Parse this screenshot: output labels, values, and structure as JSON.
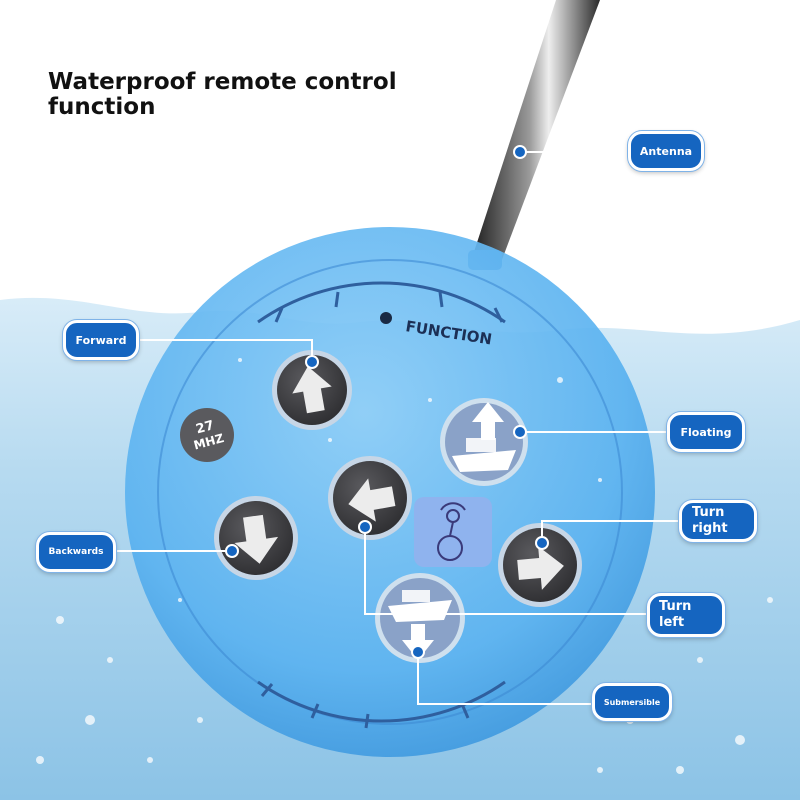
{
  "headline": "Waterproof remote control\nfunction",
  "device": {
    "label": "FUNCTION",
    "frequency_line1": "27",
    "frequency_line2": "MHZ"
  },
  "callouts": {
    "antenna": "Antenna",
    "forward": "Forward",
    "floating": "Floating",
    "backwards": "Backwards",
    "turn_right": "Turn\nright",
    "turn_left": "Turn\nleft",
    "submersible": "Submersible"
  },
  "colors": {
    "callout_fill": "#1565c0",
    "remote_body": "#57b0f0",
    "water": "#a9d3ec",
    "button_dark": "#3d3d40",
    "headline_text": "#111111"
  },
  "icons": [
    "antenna-icon",
    "arrow-up-icon",
    "arrow-left-icon",
    "arrow-down-icon",
    "arrow-right-icon",
    "boat-icon",
    "signal-icon"
  ]
}
